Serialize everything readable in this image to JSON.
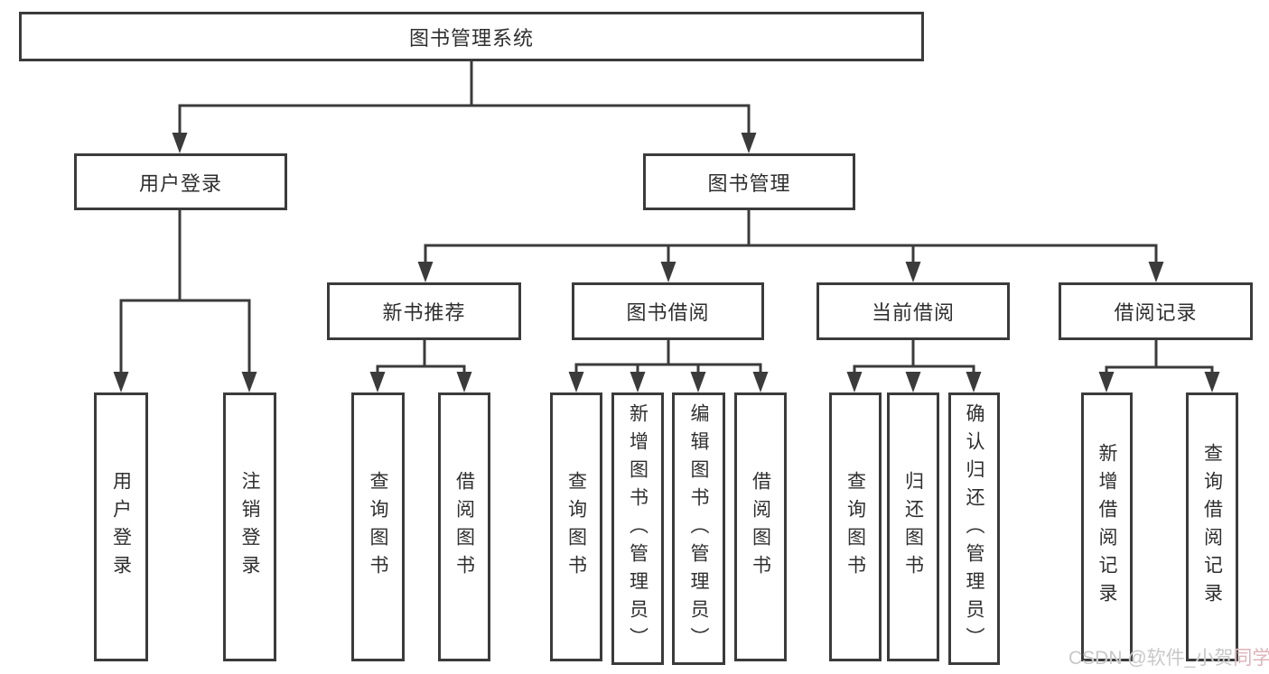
{
  "diagram": {
    "title": "图书管理系统",
    "nodes": {
      "root": "图书管理系统",
      "user_login": "用户登录",
      "book_management": "图书管理",
      "new_book_recommend": "新书推荐",
      "book_borrowing": "图书借阅",
      "current_borrowing": "当前借阅",
      "borrowing_records": "借阅记录",
      "leaf_user_login": "用户登录",
      "leaf_logout": "注销登录",
      "leaf_rec_query_books": "查询图书",
      "leaf_rec_borrow_books": "借阅图书",
      "leaf_bb_query_books": "查询图书",
      "leaf_bb_add_books": "新增图书（管理员）",
      "leaf_bb_edit_books": "编辑图书（管理员）",
      "leaf_bb_borrow_books": "借阅图书",
      "leaf_cb_query_books": "查询图书",
      "leaf_cb_return_books": "归还图书",
      "leaf_cb_confirm_return": "确认归还（管理员）",
      "leaf_br_add_record": "新增借阅记录",
      "leaf_br_query_record": "查询借阅记录"
    },
    "hierarchy": {
      "图书管理系统": {
        "用户登录": [
          "用户登录",
          "注销登录"
        ],
        "图书管理": {
          "新书推荐": [
            "查询图书",
            "借阅图书"
          ],
          "图书借阅": [
            "查询图书",
            "新增图书（管理员）",
            "编辑图书（管理员）",
            "借阅图书"
          ],
          "当前借阅": [
            "查询图书",
            "归还图书",
            "确认归还（管理员）"
          ],
          "借阅记录": [
            "新增借阅记录",
            "查询借阅记录"
          ]
        }
      }
    }
  },
  "watermark": {
    "text": "CSDN @软件_小贺同学",
    "part1": "CSDN @软件_小贺",
    "part2": "同学"
  },
  "colors": {
    "line": "#3b3b3b",
    "text": "#2f2f2f",
    "background": "#ffffff",
    "watermark": "#c8c8c8",
    "watermark_accent": "#deb2b8"
  }
}
